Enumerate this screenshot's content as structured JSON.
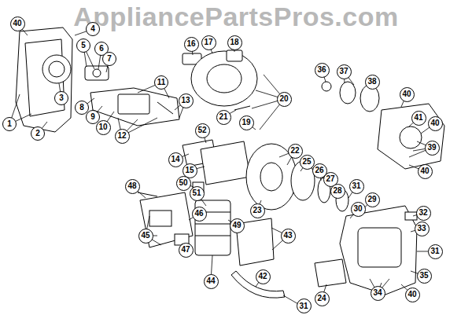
{
  "diagram": {
    "nodes": [
      {
        "text": [
          "40"
        ]
      },
      {
        "text": [
          "4"
        ]
      },
      {
        "text": [
          "5"
        ]
      },
      {
        "text": [
          "6"
        ]
      },
      {
        "text": [
          "7"
        ]
      },
      {
        "text": [
          "1"
        ]
      },
      {
        "text": [
          "2"
        ]
      },
      {
        "text": [
          "3"
        ]
      },
      {
        "text": [
          "8"
        ]
      },
      {
        "text": [
          "9"
        ]
      },
      {
        "text": [
          "10"
        ]
      },
      {
        "text": [
          "11"
        ]
      },
      {
        "text": [
          "12"
        ]
      },
      {
        "text": [
          "13"
        ]
      },
      {
        "text": [
          "16"
        ]
      },
      {
        "text": [
          "17"
        ]
      },
      {
        "text": [
          "18"
        ]
      },
      {
        "text": [
          "20"
        ]
      },
      {
        "text": [
          "21"
        ]
      },
      {
        "text": [
          "19"
        ]
      },
      {
        "text": [
          "52"
        ]
      },
      {
        "text": [
          "14"
        ]
      },
      {
        "text": [
          "15"
        ]
      },
      {
        "text": [
          "36"
        ]
      },
      {
        "text": [
          "37"
        ]
      },
      {
        "text": [
          "38"
        ]
      },
      {
        "text": [
          "40"
        ]
      },
      {
        "text": [
          "41"
        ]
      },
      {
        "text": [
          "40"
        ]
      },
      {
        "text": [
          "39"
        ]
      },
      {
        "text": [
          "40"
        ]
      },
      {
        "text": [
          "22"
        ]
      },
      {
        "text": [
          "25"
        ]
      },
      {
        "text": [
          "26"
        ]
      },
      {
        "text": [
          "27"
        ]
      },
      {
        "text": [
          "28"
        ]
      },
      {
        "text": [
          "31"
        ]
      },
      {
        "text": [
          "29"
        ]
      },
      {
        "text": [
          "30"
        ]
      },
      {
        "text": [
          "32"
        ]
      },
      {
        "text": [
          "33"
        ]
      },
      {
        "text": [
          "23"
        ]
      },
      {
        "text": [
          "50"
        ]
      },
      {
        "text": [
          "51"
        ]
      },
      {
        "text": [
          "48"
        ]
      },
      {
        "text": [
          "46"
        ]
      },
      {
        "text": [
          "49"
        ]
      },
      {
        "text": [
          "45"
        ]
      },
      {
        "text": [
          "47"
        ]
      },
      {
        "text": [
          "43"
        ]
      },
      {
        "text": [
          "44"
        ]
      },
      {
        "text": [
          "42"
        ]
      },
      {
        "text": [
          "31"
        ]
      },
      {
        "text": [
          "24"
        ]
      },
      {
        "text": [
          "31"
        ]
      },
      {
        "text": [
          "35"
        ]
      },
      {
        "text": [
          "34"
        ]
      },
      {
        "text": [
          "40"
        ]
      }
    ],
    "labels": [
      "AppliancePartsPros.com"
    ]
  }
}
